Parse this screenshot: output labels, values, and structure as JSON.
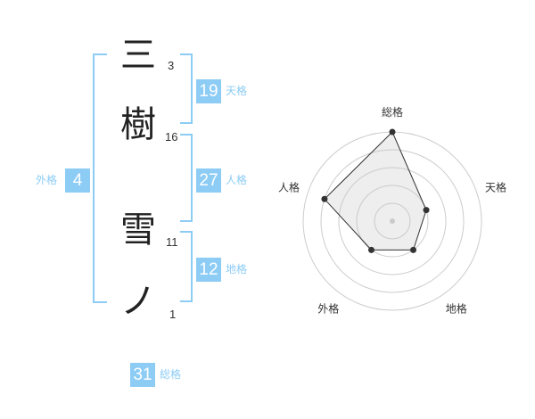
{
  "name": {
    "characters": [
      {
        "char": "三",
        "strokes": "3"
      },
      {
        "char": "樹",
        "strokes": "16"
      },
      {
        "char": "雪",
        "strokes": "11"
      },
      {
        "char": "ノ",
        "strokes": "1"
      }
    ]
  },
  "fortune": {
    "tenkaku": {
      "value": "19",
      "label": "天格"
    },
    "jinkaku": {
      "value": "27",
      "label": "人格"
    },
    "chikaku": {
      "value": "12",
      "label": "地格"
    },
    "gaikaku": {
      "value": "4",
      "label": "外格"
    },
    "soukaku": {
      "value": "31",
      "label": "総格"
    }
  },
  "colors": {
    "accent": "#8cccf5",
    "text": "#333333",
    "grid": "#cccccc"
  },
  "chart_data": {
    "type": "radar",
    "categories": [
      "総格",
      "天格",
      "地格",
      "外格",
      "人格"
    ],
    "values": [
      4,
      1,
      1,
      1,
      3
    ],
    "max": 4,
    "grid": true,
    "legend": "none"
  }
}
